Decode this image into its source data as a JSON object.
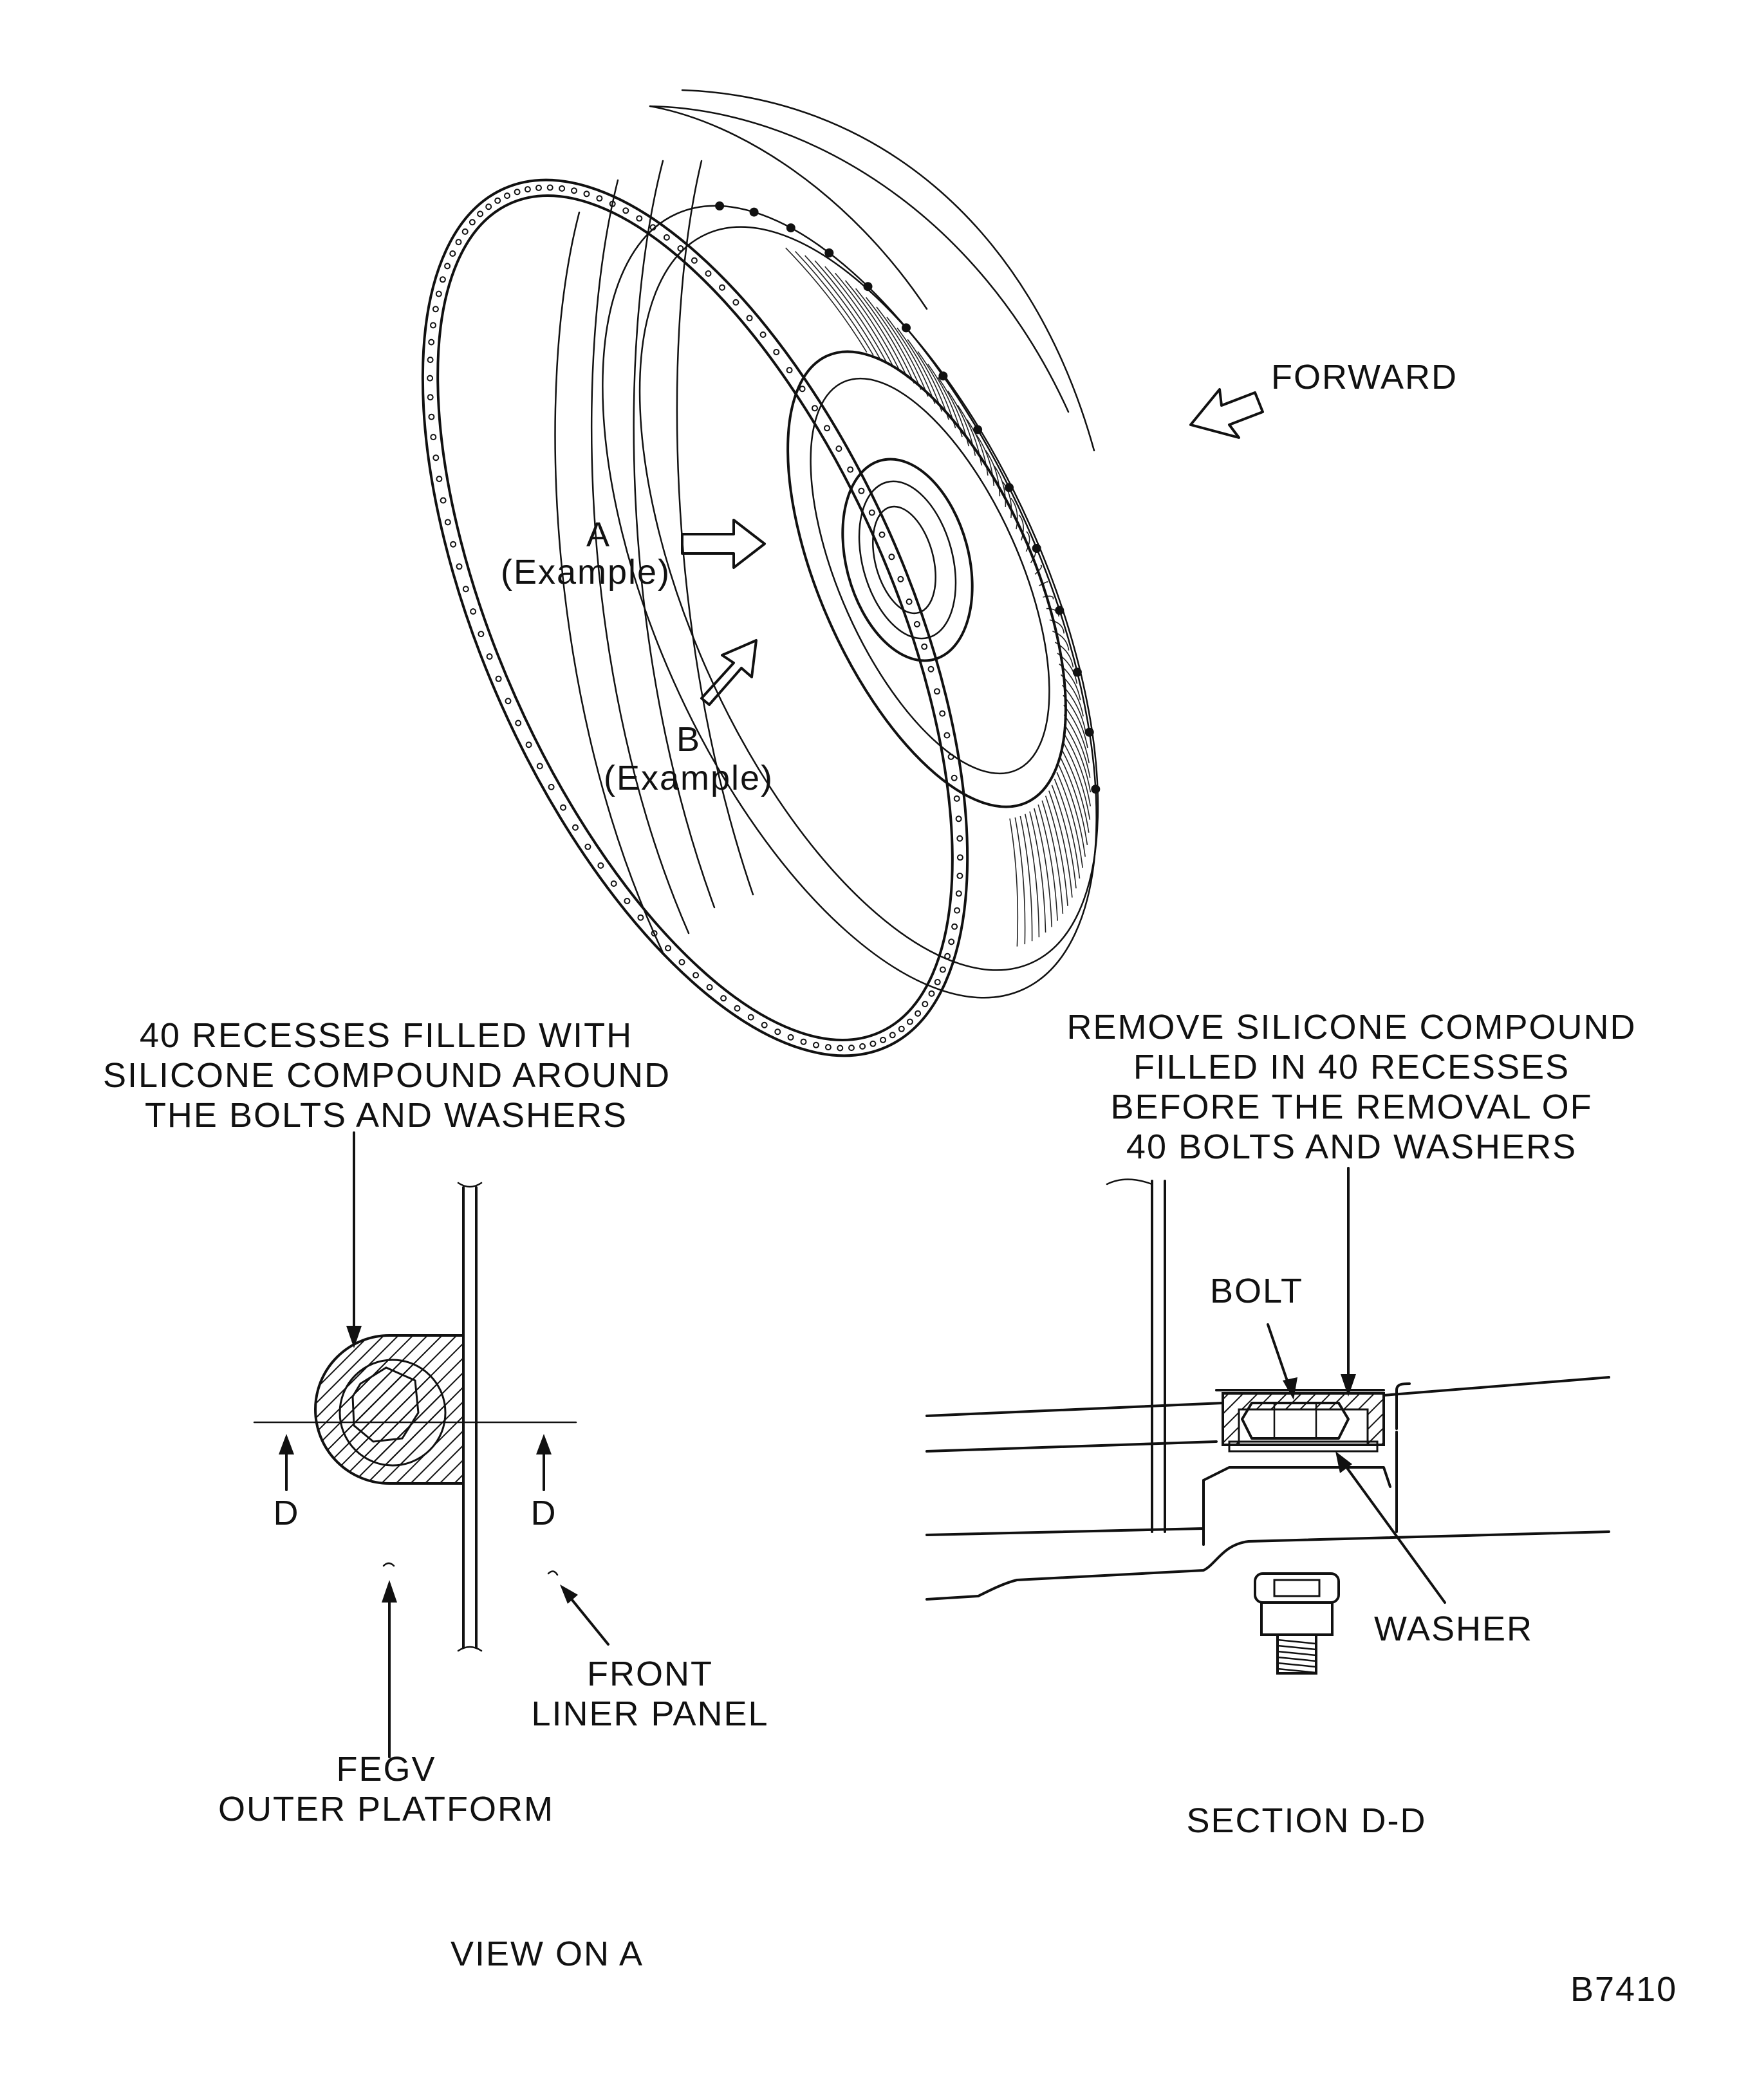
{
  "labels": {
    "forward": "FORWARD",
    "a_letter": "A",
    "a_example": "(Example)",
    "b_letter": "B",
    "b_example": "(Example)",
    "note_view_a": [
      "40 RECESSES FILLED WITH",
      "SILICONE COMPOUND AROUND",
      "THE BOLTS AND WASHERS"
    ],
    "d_left": "D",
    "d_right": "D",
    "front_liner": [
      "FRONT",
      "LINER PANEL"
    ],
    "fegv": [
      "FEGV",
      "OUTER PLATFORM"
    ],
    "view_on_a": "VIEW ON A",
    "note_section": [
      "REMOVE SILICONE COMPOUND",
      "FILLED IN 40 RECESSES",
      "BEFORE THE REMOVAL OF",
      "40 BOLTS AND WASHERS"
    ],
    "bolt": "BOLT",
    "washer": "WASHER",
    "section_dd": "SECTION D-D",
    "figure_id": "B7410"
  },
  "icons": {
    "hatch": "diagonal-hatch-pattern",
    "arrow": "hollow-arrow-icon"
  },
  "colors": {
    "ink": "#111111",
    "paper": "#ffffff"
  }
}
